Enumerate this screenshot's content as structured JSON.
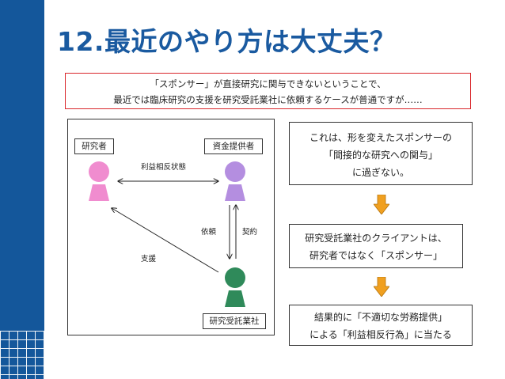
{
  "slide": {
    "title": "12.最近のやり方は大丈夫？",
    "intro": {
      "line1": "「スポンサー」が直接研究に関与できないということで、",
      "line2": "最近では臨床研究の支援を研究受託業社に依頼するケースが普通ですが‥‥‥"
    }
  },
  "diagram": {
    "nodes": {
      "researcher": {
        "label": "研究者",
        "color": "#f08ccf"
      },
      "sponsor": {
        "label": "資金提供者",
        "color": "#b48ee0"
      },
      "cro": {
        "label": "研究受託業社",
        "color": "#2f8a5a"
      }
    },
    "edges": {
      "conflict": "利益相反状態",
      "request": "依頼",
      "contract": "契約",
      "support": "支援"
    }
  },
  "conclusions": {
    "box1": {
      "line1": "これは、形を変えたスポンサーの",
      "line2": "「間接的な研究への関与」",
      "line3": "に過ぎない。"
    },
    "box2": {
      "line1": "研究受託業社のクライアントは、",
      "line2": "研究者ではなく「スポンサー」"
    },
    "box3": {
      "line1": "結果的に「不適切な労務提供」",
      "line2": "による「利益相反行為」に当たる"
    },
    "arrow_color": "#f0a020"
  },
  "theme": {
    "accent": "#14579b",
    "title_color": "#1a5aa0",
    "intro_border": "#d9262b"
  }
}
